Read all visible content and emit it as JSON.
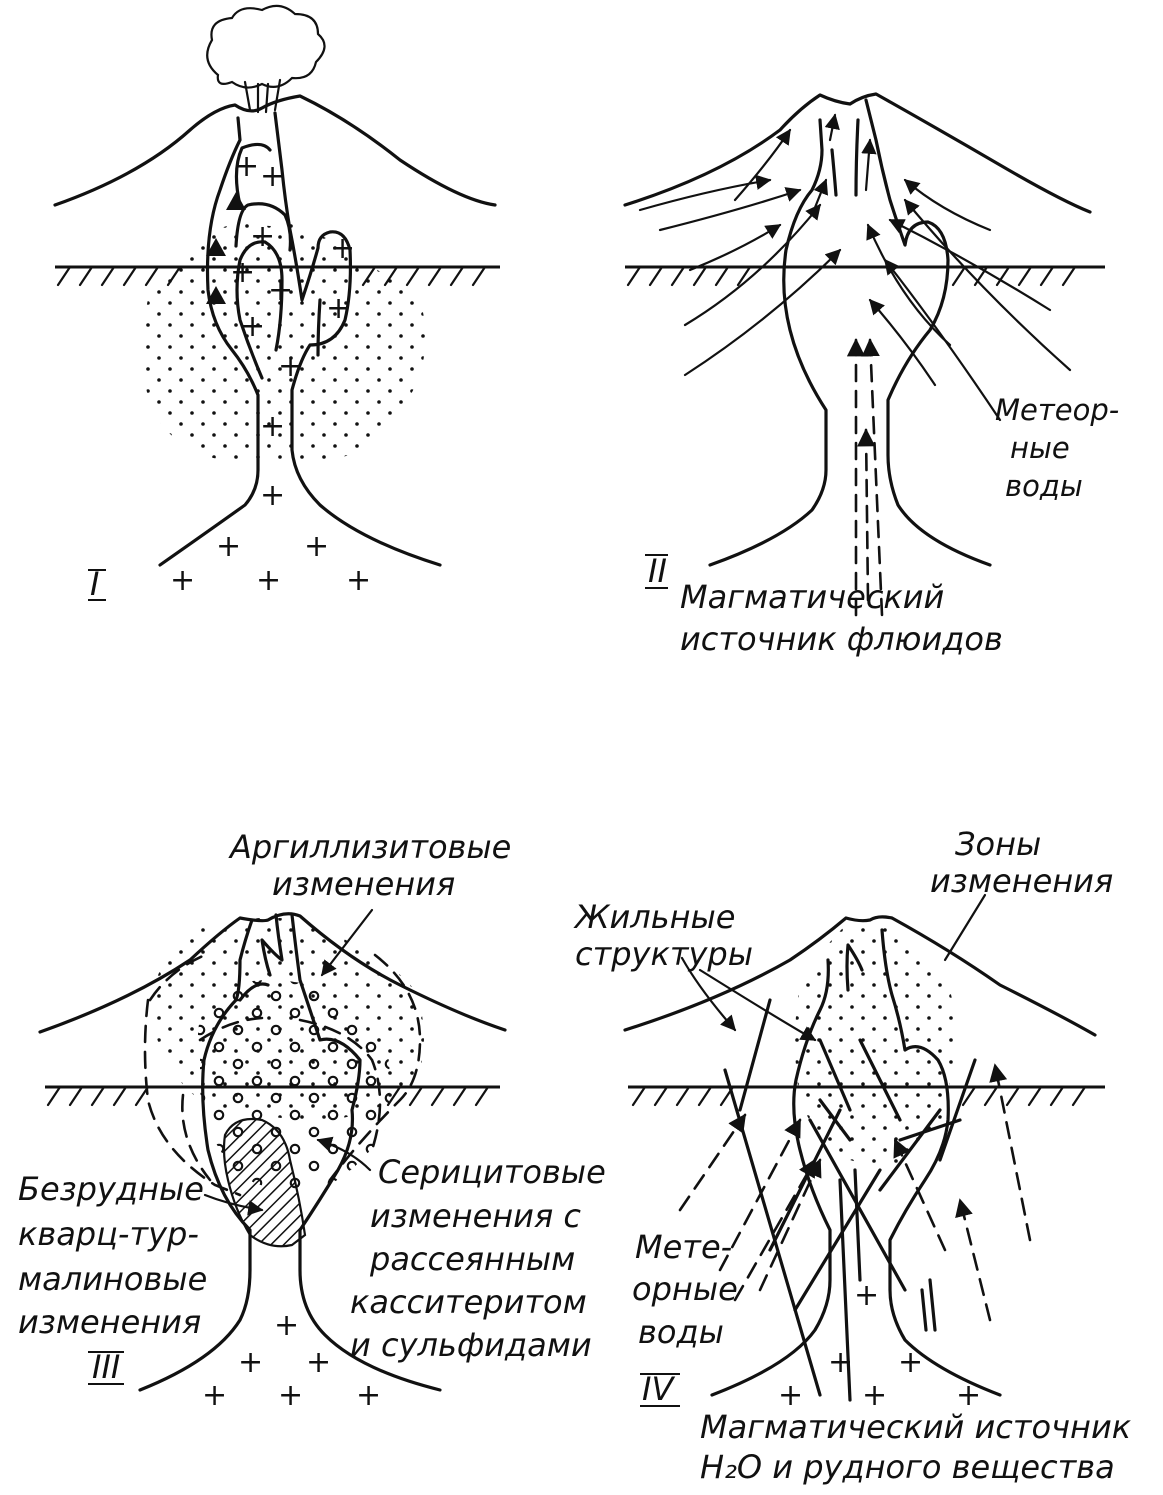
{
  "panels": {
    "p1": {
      "roman": "I"
    },
    "p2": {
      "roman": "II",
      "meteoric_1": "Метеор-",
      "meteoric_2": "ные",
      "meteoric_3": "воды",
      "source_1": "Магматический",
      "source_2": "источник   флюидов"
    },
    "p3": {
      "roman": "III",
      "argil_1": "Аргиллизитовые",
      "argil_2": "изменения",
      "bez_1": "Безрудные",
      "bez_2": "кварц-тур-",
      "bez_3": "малиновые",
      "bez_4": "изменения",
      "ser_1": "Серицитовые",
      "ser_2": "изменения с",
      "ser_3": "рассеянным",
      "ser_4": "касситеритом",
      "ser_5": "и сульфидами"
    },
    "p4": {
      "roman": "IV",
      "zones_1": "Зоны",
      "zones_2": "изменения",
      "veins_1": "Жильные",
      "veins_2": "структуры",
      "meteoric_1": "Мете-",
      "meteoric_2": "орные",
      "meteoric_3": "воды",
      "source_1": "Магматический источник",
      "source_2": "H₂O и рудного вещества"
    }
  }
}
